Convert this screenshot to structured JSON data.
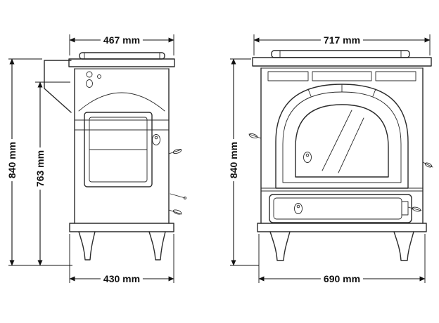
{
  "diagram": {
    "background": "#ffffff",
    "line_color": "#2b2b2b",
    "dimensions": {
      "side_top_width": "467 mm",
      "side_overall_height": "840 mm",
      "side_inner_height": "763 mm",
      "side_base_width": "430 mm",
      "front_top_width": "717 mm",
      "front_overall_height": "840 mm",
      "front_base_width": "690 mm"
    }
  }
}
